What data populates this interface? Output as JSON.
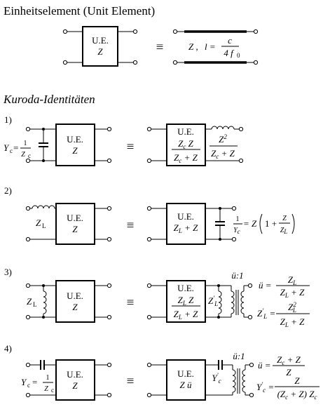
{
  "header": {
    "title": "Einheitselement (Unit Element)",
    "kuroda_title": "Kuroda-Identitäten"
  },
  "unit_element": {
    "box_line1": "U.E.",
    "box_line2": "Z",
    "equiv": "≡",
    "line_label_z": "Z ,",
    "line_label_l": "l =",
    "frac_num": "c",
    "frac_den": "4 f",
    "frac_den_sub": "0"
  },
  "identities": [
    {
      "number": "1)",
      "left_label_main": "Y",
      "left_label_sub": "c",
      "left_label_eq": "=",
      "left_label_num": "1",
      "left_label_den": "Z",
      "left_label_den_sub": "c",
      "ue_line1": "U.E.",
      "ue_line2": "Z",
      "equiv": "≡",
      "right_box_line1": "U.E.",
      "right_box_num": "Z_c Z",
      "right_box_den": "Z_c + Z",
      "inductor_num": "Z²",
      "inductor_den": "Z_c + Z"
    },
    {
      "number": "2)",
      "left_label_main": "Z",
      "left_label_sub": "L",
      "ue_line1": "U.E.",
      "ue_line2": "Z",
      "equiv": "≡",
      "right_box_line1": "U.E.",
      "right_box_line2": "Z_L + Z",
      "cap_num": "1",
      "cap_den": "Y_c",
      "cap_eq": "= Z",
      "cap_paren_1": "1 +",
      "cap_paren_num": "Z",
      "cap_paren_den": "Z_L"
    },
    {
      "number": "3)",
      "left_label_main": "Z",
      "left_label_sub": "L",
      "ue_line1": "U.E.",
      "ue_line2": "Z",
      "equiv": "≡",
      "right_box_line1": "U.E.",
      "right_box_num": "Z_L Z",
      "right_box_den": "Z_L + Z",
      "shunt_label": "Z'_L",
      "ratio": "ü:1",
      "eq1_left": "ü =",
      "eq1_num": "Z_L",
      "eq1_den": "Z_L + Z",
      "eq2_left": "Z'_L =",
      "eq2_num": "Z_L²",
      "eq2_den": "Z_L + Z"
    },
    {
      "number": "4)",
      "left_label_main": "Y",
      "left_label_sub": "c",
      "left_label_eq": "=",
      "left_label_num": "1",
      "left_label_den": "Z",
      "left_label_den_sub": "c",
      "ue_line1": "U.E.",
      "ue_line2": "Z",
      "equiv": "≡",
      "right_box_line1": "U.E.",
      "right_box_line2": "Z ü",
      "cap_label": "Y'_c",
      "ratio": "ü:1",
      "eq1_left": "ü =",
      "eq1_num": "Z_c + Z",
      "eq1_den": "Z",
      "eq2_left": "Y'_c =",
      "eq2_num": "Z",
      "eq2_den": "(Z_c + Z) Z_c"
    }
  ]
}
